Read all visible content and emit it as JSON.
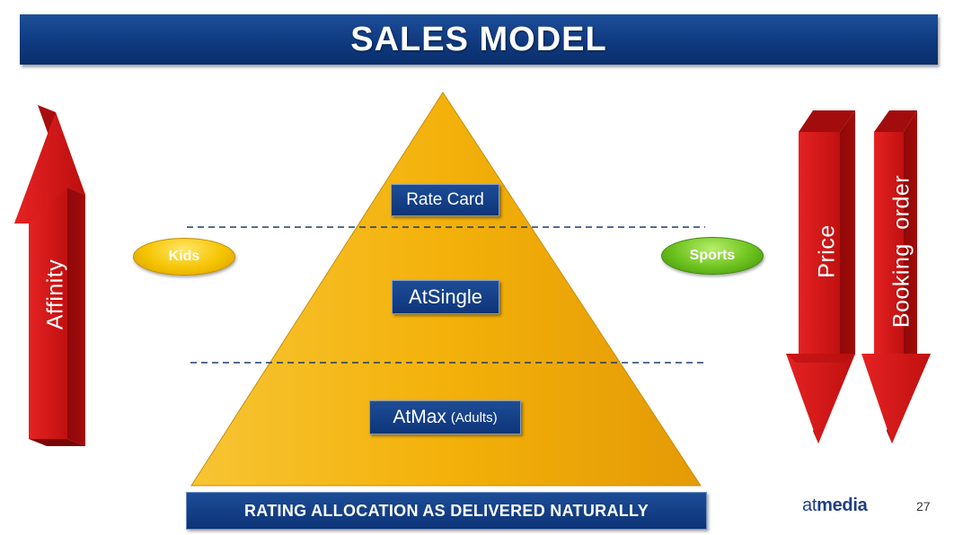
{
  "title": "SALES MODEL",
  "pyramid": {
    "tiers": [
      {
        "label": "Rate Card"
      },
      {
        "label": "AtSingle"
      },
      {
        "label": "AtMax",
        "sublabel": "(Adults)"
      }
    ],
    "fill_color": "#f3b10a"
  },
  "side_labels": {
    "left": "Kids",
    "right": "Sports"
  },
  "arrows": {
    "up": {
      "label": "Affinity",
      "color": "#d21a1a"
    },
    "down_1": {
      "label": "Price",
      "color": "#d21a1a"
    },
    "down_2": {
      "label": "Booking  order",
      "color": "#d21a1a"
    }
  },
  "bottom_banner": "RATING ALLOCATION AS DELIVERED NATURALLY",
  "footer": {
    "logo_prefix": "at",
    "logo_suffix": "media",
    "page_number": "27"
  },
  "colors": {
    "title_bar": "#0f3a80",
    "kids": "#f5c400",
    "sports": "#6cc21e"
  }
}
